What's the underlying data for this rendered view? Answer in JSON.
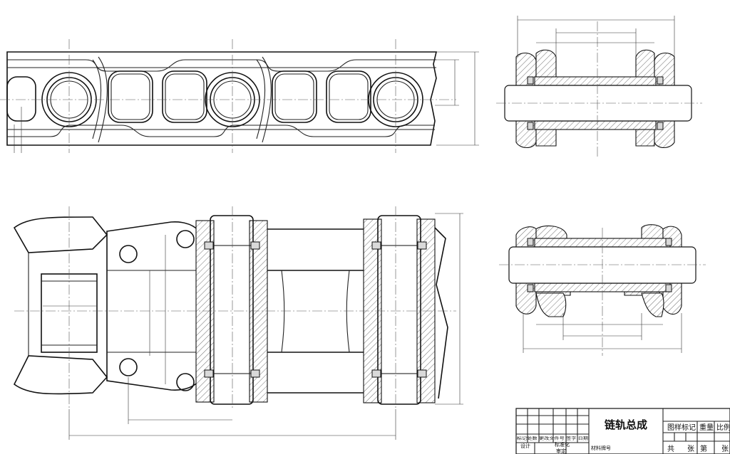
{
  "title_block": {
    "drawing_name": "链轨总成",
    "cells": {
      "pattern_mark": "图样标记",
      "weight": "重量",
      "scale": "比例",
      "row_header": "标记处数 更改文件号 签字 日期",
      "design": "设计",
      "standardization": "标准化",
      "review": "审定",
      "material_no": "材料牌号",
      "total": "共",
      "sheets": "张",
      "sheet_no": "第",
      "sheet_suffix": "张"
    }
  },
  "views": [
    "top-side-view",
    "bottom-plan-view",
    "upper-cross-section",
    "lower-cross-section"
  ]
}
